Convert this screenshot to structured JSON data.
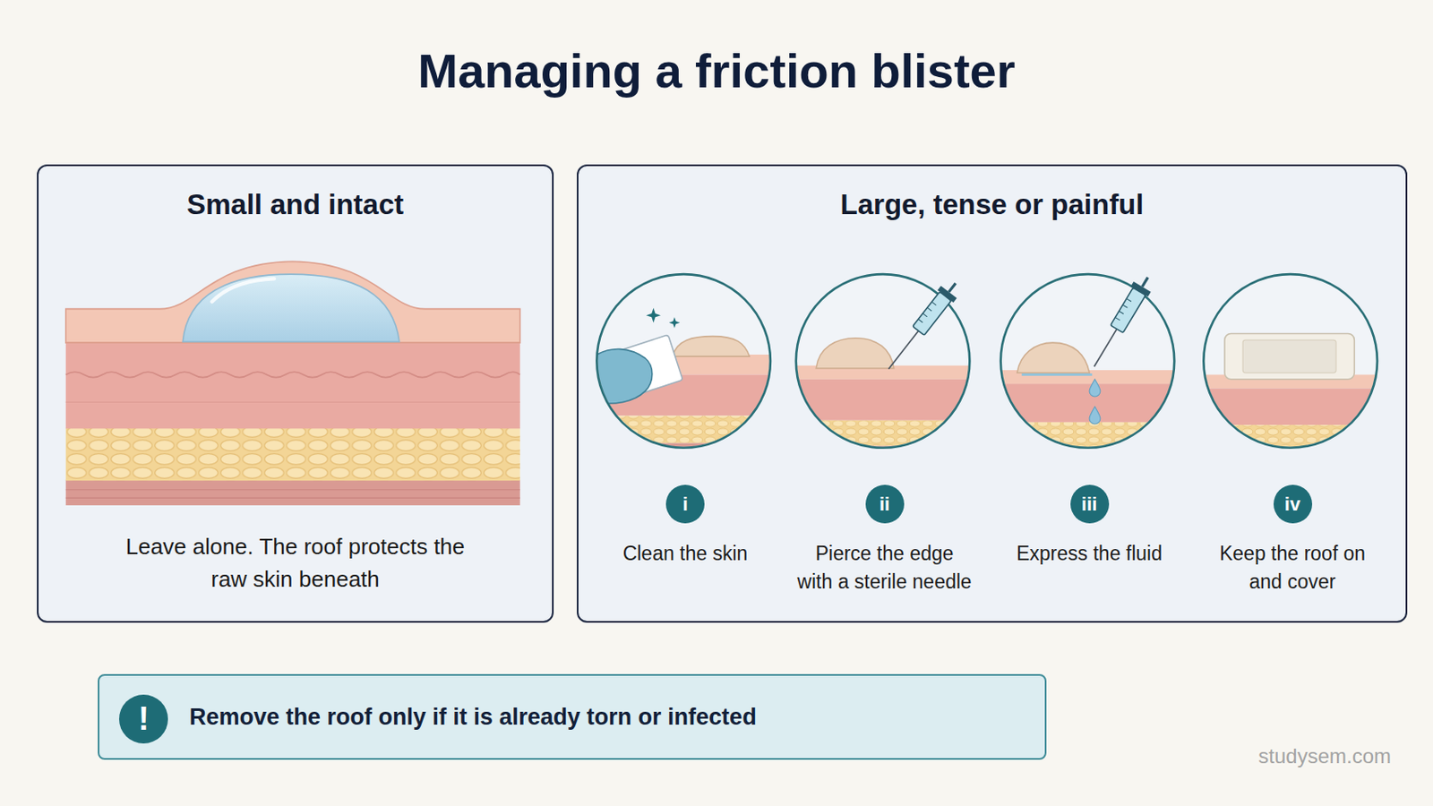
{
  "diagram": {
    "title": "Managing a friction blister",
    "nodes": [
      {
        "text": [
          "Small and intact",
          "Leave alone. The roof protects the raw skin beneath"
        ]
      },
      {
        "text": [
          "Large, tense or painful"
        ]
      },
      {
        "text": [
          "i",
          "Clean the skin"
        ],
        "in": 1
      },
      {
        "text": [
          "ii",
          "Pierce the edge with a sterile needle"
        ],
        "in": 1
      },
      {
        "text": [
          "iii",
          "Express the fluid"
        ],
        "in": 1
      },
      {
        "text": [
          "iv",
          "Keep the roof on and cover"
        ],
        "in": 1
      },
      {
        "text": [
          "Remove the roof only if it is already torn or infected"
        ]
      },
      {
        "text": [
          "!"
        ],
        "in": 6
      }
    ],
    "labels": [
      "studysem.com"
    ]
  }
}
